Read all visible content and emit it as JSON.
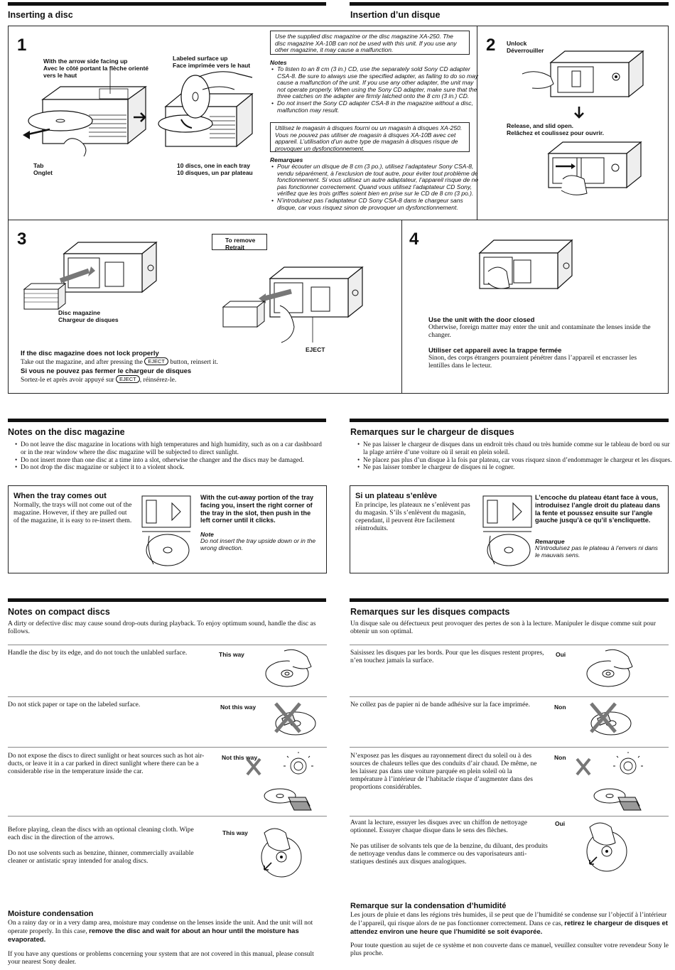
{
  "header": {
    "en_title": "Inserting a disc",
    "fr_title": "Insertion d’un disque"
  },
  "step1": {
    "num": "1",
    "arrow_side": "With the arrow side facing up\nAvec le côté portant la flèche orienté\nvers le haut",
    "labeled": "Labeled surface up\nFace imprimée vers le haut",
    "tab": "Tab\nOnglet",
    "discs": "10 discs, one in each tray\n10 disques, un par plateau",
    "box_en": "Use the supplied disc magazine or the disc magazine XA-250. The disc magazine XA-10B can not be used with this unit. If you use any other magazine, it may cause a malfunction.",
    "notes_title": "Notes",
    "notes": [
      "To listen to an 8 cm (3 in.) CD, use the separately sold Sony CD adapter CSA-8. Be sure to always use the specified adapter, as failing to do so may cause a malfunction of the unit. If you use any other adapter, the unit may not operate properly. When using the Sony CD adapter, make sure that the three catches on the adapter are firmly latched onto the 8 cm (3 in.) CD.",
      "Do not insert the Sony CD adapter CSA-8 in the magazine without a disc, malfunction may result."
    ],
    "box_fr": "Utilisez le magasin à disques fourni ou un magasin à disques XA-250. Vous ne pouvez pas utiliser de magasin à disques XA-10B avec cet appareil. L’utilisation d’un autre type de magasin à disques risque de provoquer un dysfonctionnement.",
    "remarques_title": "Remarques",
    "remarques": [
      "Pour écouter un disque de 8 cm (3 po.), utilisez l’adaptateur Sony CSA-8, vendu séparément, à l’exclusion de tout autre, pour éviter tout problème de fonctionnement. Si vous utilisez un autre adaptateur, l’appareil risque de ne pas fonctionner correctement. Quand vous utilisez l’adaptateur CD Sony, vérifiez que les trois griffes soient bien en prise sur le CD de 8 cm (3 po.).",
      "N’introduisez pas l’adaptateur CD Sony CSA-8 dans le chargeur sans disque, car vous risquez sinon de provoquer un dysfonctionnement."
    ]
  },
  "step2": {
    "num": "2",
    "unlock": "Unlock\nDéverrouiller",
    "release": "Release, and slid open.\nRelâchez et coulissez pour ouvrir."
  },
  "step3": {
    "num": "3",
    "to_remove": "To remove\nRetrait",
    "magazine": "Disc magazine\nChargeur de disques",
    "eject_label": "EJECT",
    "lock_en_title": "If the disc magazine does not lock properly",
    "lock_en_pre": "Take out the magazine, and after pressing the ",
    "lock_en_post": " button, reinsert it.",
    "lock_fr_title": "Si vous ne pouvez pas fermer le chargeur de disques",
    "lock_fr_pre": "Sortez-le et après avoir appuyé sur ",
    "lock_fr_post": ", réinsérez-le.",
    "eject_btn": "EJECT"
  },
  "step4": {
    "num": "4",
    "en_title": "Use the unit with the door closed",
    "en_text": "Otherwise, foreign matter may enter the unit and contaminate the lenses inside the changer.",
    "fr_title": "Utiliser cet appareil avec la trappe fermée",
    "fr_text": "Sinon, des corps étrangers pourraient pénétrer dans l’appareil et encrasser les lentilles dans le lecteur."
  },
  "magazine_notes": {
    "en_title": "Notes on the disc magazine",
    "fr_title": "Remarques sur le chargeur de disques",
    "en_items": [
      "Do not leave the disc magazine in locations with high temperatures and high humidity, such as on a car dashboard or in the rear window where the disc magazine will be subjected to direct sunlight.",
      "Do not insert more than one disc at a time into a slot, otherwise the changer and the discs may be damaged.",
      "Do not drop the disc magazine or subject it to a violent shock."
    ],
    "fr_items": [
      "Ne pas laisser le chargeur de disques dans un endroit très chaud ou très humide comme sur le tableau de bord ou sur la plage arrière d’une voiture où il serait en plein soleil.",
      "Ne placez pas plus d’un disque à la fois par plateau, car vous risquez sinon d’endommager le chargeur et les disques.",
      "Ne pas laisser tomber le chargeur de disques ni le cogner."
    ],
    "tray_en_title": "When the tray comes out",
    "tray_en_text": "Normally, the trays will not come out of the magazine. However, if they are pulled out of the magazine, it is easy to re-insert them.",
    "tray_en_bold": "With the cut-away portion of the tray facing you, insert the right corner of the tray in the slot, then push in the left corner until it clicks.",
    "tray_en_note_title": "Note",
    "tray_en_note": "Do not insert the tray upside down or in the wrong direction.",
    "tray_fr_title": "Si un plateau s’enlève",
    "tray_fr_text": "En principe, les plateaux ne s’enlèvent pas du magasin. S’ils s’enlèvent du magasin, cependant, il peuvent être facilement réintroduits.",
    "tray_fr_bold": "L’encoche du plateau étant face à vous, introduisez l’angle droit du plateau dans la fente et poussez ensuite sur l’angle gauche jusqu’à ce qu’il s’encliquette.",
    "tray_fr_note_title": "Remarque",
    "tray_fr_note": "N’introduisez pas le plateau à l’envers ni dans le mauvais sens."
  },
  "cd_notes": {
    "en_title": "Notes on compact discs",
    "fr_title": "Remarques sur les disques compacts",
    "en_intro": "A dirty or defective disc may cause sound drop-outs during playback. To enjoy optimum sound, handle the disc as follows.",
    "fr_intro": "Un disque sale ou défectueux peut provoquer des pertes de son à la lecture. Manipuler le disque comme suit pour obtenir un son optimal.",
    "rows": [
      {
        "en": "Handle the disc by its edge, and do not touch the unlabled surface.",
        "en_tag": "This way",
        "fr": "Saisissez les disques par les bords. Pour que les disques restent propres, n’en touchez jamais la surface.",
        "fr_tag": "Oui"
      },
      {
        "en": "Do not stick paper or tape on the labeled surface.",
        "en_tag": "Not this way",
        "fr": "Ne collez pas de papier ni de bande adhésive sur la face imprimée.",
        "fr_tag": "Non"
      },
      {
        "en": "Do not expose the discs to direct sunlight or heat sources such as hot air-ducts, or leave it in a car parked in direct sunlight where there can be a considerable rise in the temperature inside the car.",
        "en_tag": "Not this way",
        "fr": "N’exposez pas les disques au rayonnement direct du soleil ou à des sources de chaleurs telles que des conduits d’air chaud. De même, ne les laissez pas dans une voiture parquée en plein soleil où la température à l’intérieur de l’habitacle risque d’augmenter dans des proportions considérables.",
        "fr_tag": "Non"
      },
      {
        "en": "Before playing, clean the discs with an optional cleaning cloth. Wipe each disc in the direction of the arrows.",
        "en2": "Do not use solvents such as benzine, thinner, commercially available cleaner or antistatic spray intended for analog discs.",
        "en_tag": "This way",
        "fr": "Avant la lecture, essuyer les disques avec un chiffon de nettoyage optionnel. Essuyer chaque disque dans le sens des flèches.",
        "fr2": "Ne pas utiliser de solvants tels que de la benzine, du diluant, des produits de nettoyage vendus dans le commerce ou des vaporisateurs anti-statiques destinés aux disques analogiques.",
        "fr_tag": "Oui"
      }
    ]
  },
  "moisture": {
    "en_title": "Moisture condensation",
    "en_pre": "On a rainy day or in a very damp area, moisture may condense on the lenses inside the unit. And the unit will not operate properly. In this case, ",
    "en_bold": "remove the disc and wait for about an hour until the moisture has evaporated.",
    "en_contact": "If you have any questions or problems concerning your system that are not covered in this manual, please consult your nearest Sony dealer.",
    "fr_title": "Remarque sur la condensation d’humidité",
    "fr_pre": "Les jours de pluie et dans les régions très humides, il se peut que de l’humidité se condense sur l’objectif à l’intérieur de l’appareil, qui risque alors de ne pas fonctionner correctement. Dans ce cas, ",
    "fr_bold": "retirez le chargeur de disques et attendez environ une heure que l’humidité se soit évaporée.",
    "fr_contact": "Pour toute question au sujet de ce système et non couverte dans ce manuel, veuillez consulter votre revendeur Sony le plus proche."
  }
}
